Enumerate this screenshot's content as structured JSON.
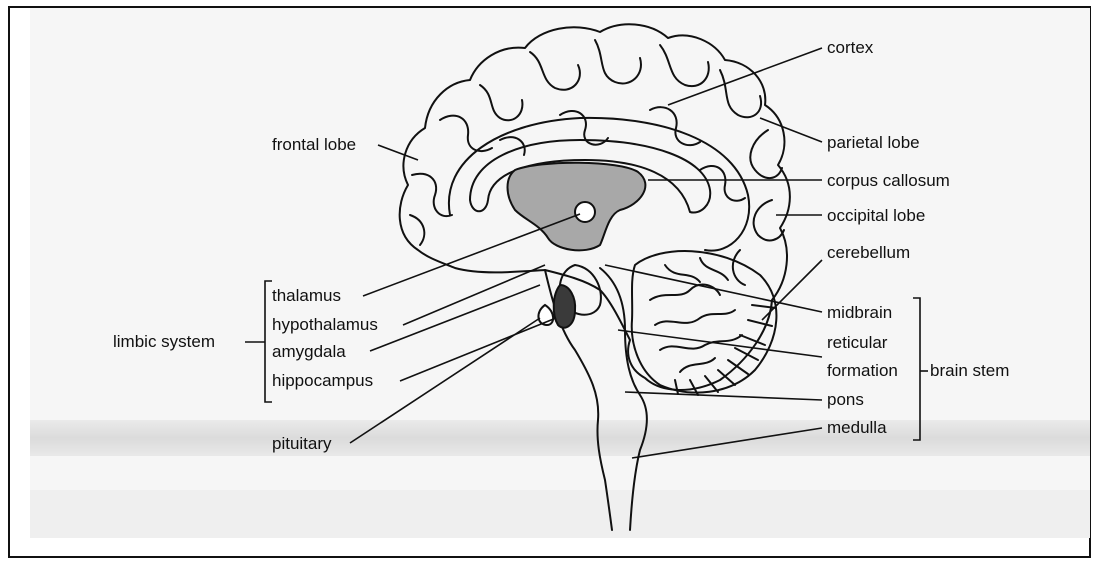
{
  "labels": {
    "cortex": "cortex",
    "frontal_lobe": "frontal lobe",
    "parietal_lobe": "parietal lobe",
    "corpus_callosum": "corpus callosum",
    "occipital_lobe": "occipital lobe",
    "cerebellum": "cerebellum",
    "thalamus": "thalamus",
    "hypothalamus": "hypothalamus",
    "amygdala": "amygdala",
    "hippocampus": "hippocampus",
    "limbic_system": "limbic system",
    "pituitary": "pituitary",
    "midbrain": "midbrain",
    "reticular_formation_line1": "reticular",
    "reticular_formation_line2": "formation",
    "pons": "pons",
    "medulla": "medulla",
    "brain_stem": "brain stem"
  },
  "colors": {
    "ink": "#111111",
    "ventricle_fill": "#a8a8a8",
    "hippocampus_fill": "#3a3a3a"
  }
}
